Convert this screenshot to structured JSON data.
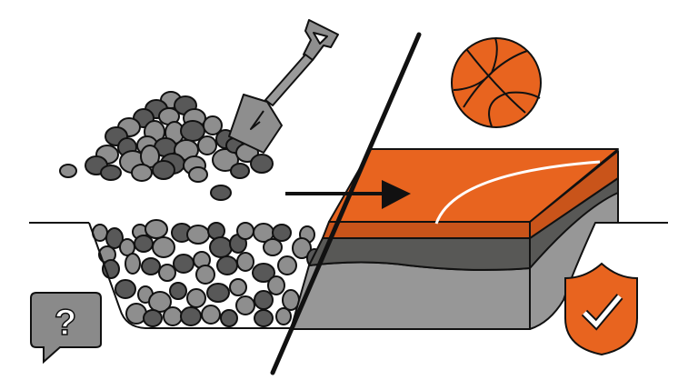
{
  "illustration": {
    "title": "Gravel base to finished sport court comparison",
    "left_panel": {
      "label": "gravel-fill",
      "elements": [
        "gravel-pile",
        "shovel",
        "gravel-filled-trench",
        "question-speech-bubble"
      ],
      "question_glyph": "?"
    },
    "right_panel": {
      "label": "finished-court",
      "elements": [
        "basketball",
        "court-slab",
        "court-line",
        "shield-check-badge"
      ],
      "layers": [
        "orange surface",
        "dark orange sublayer",
        "dark gray base",
        "light gray subgrade"
      ]
    },
    "transition": {
      "arrow": "right-arrow",
      "divider": "diagonal-divider"
    }
  },
  "colors": {
    "background": "#ffffff",
    "outline": "#111111",
    "stone_light": "#8e8e8e",
    "stone_dark": "#585858",
    "orange_surface": "#e8641f",
    "orange_side": "#c9541a",
    "base_dark": "#585856",
    "subgrade": "#979797",
    "bubble": "#8a8a8a",
    "court_line": "#ffffff"
  }
}
